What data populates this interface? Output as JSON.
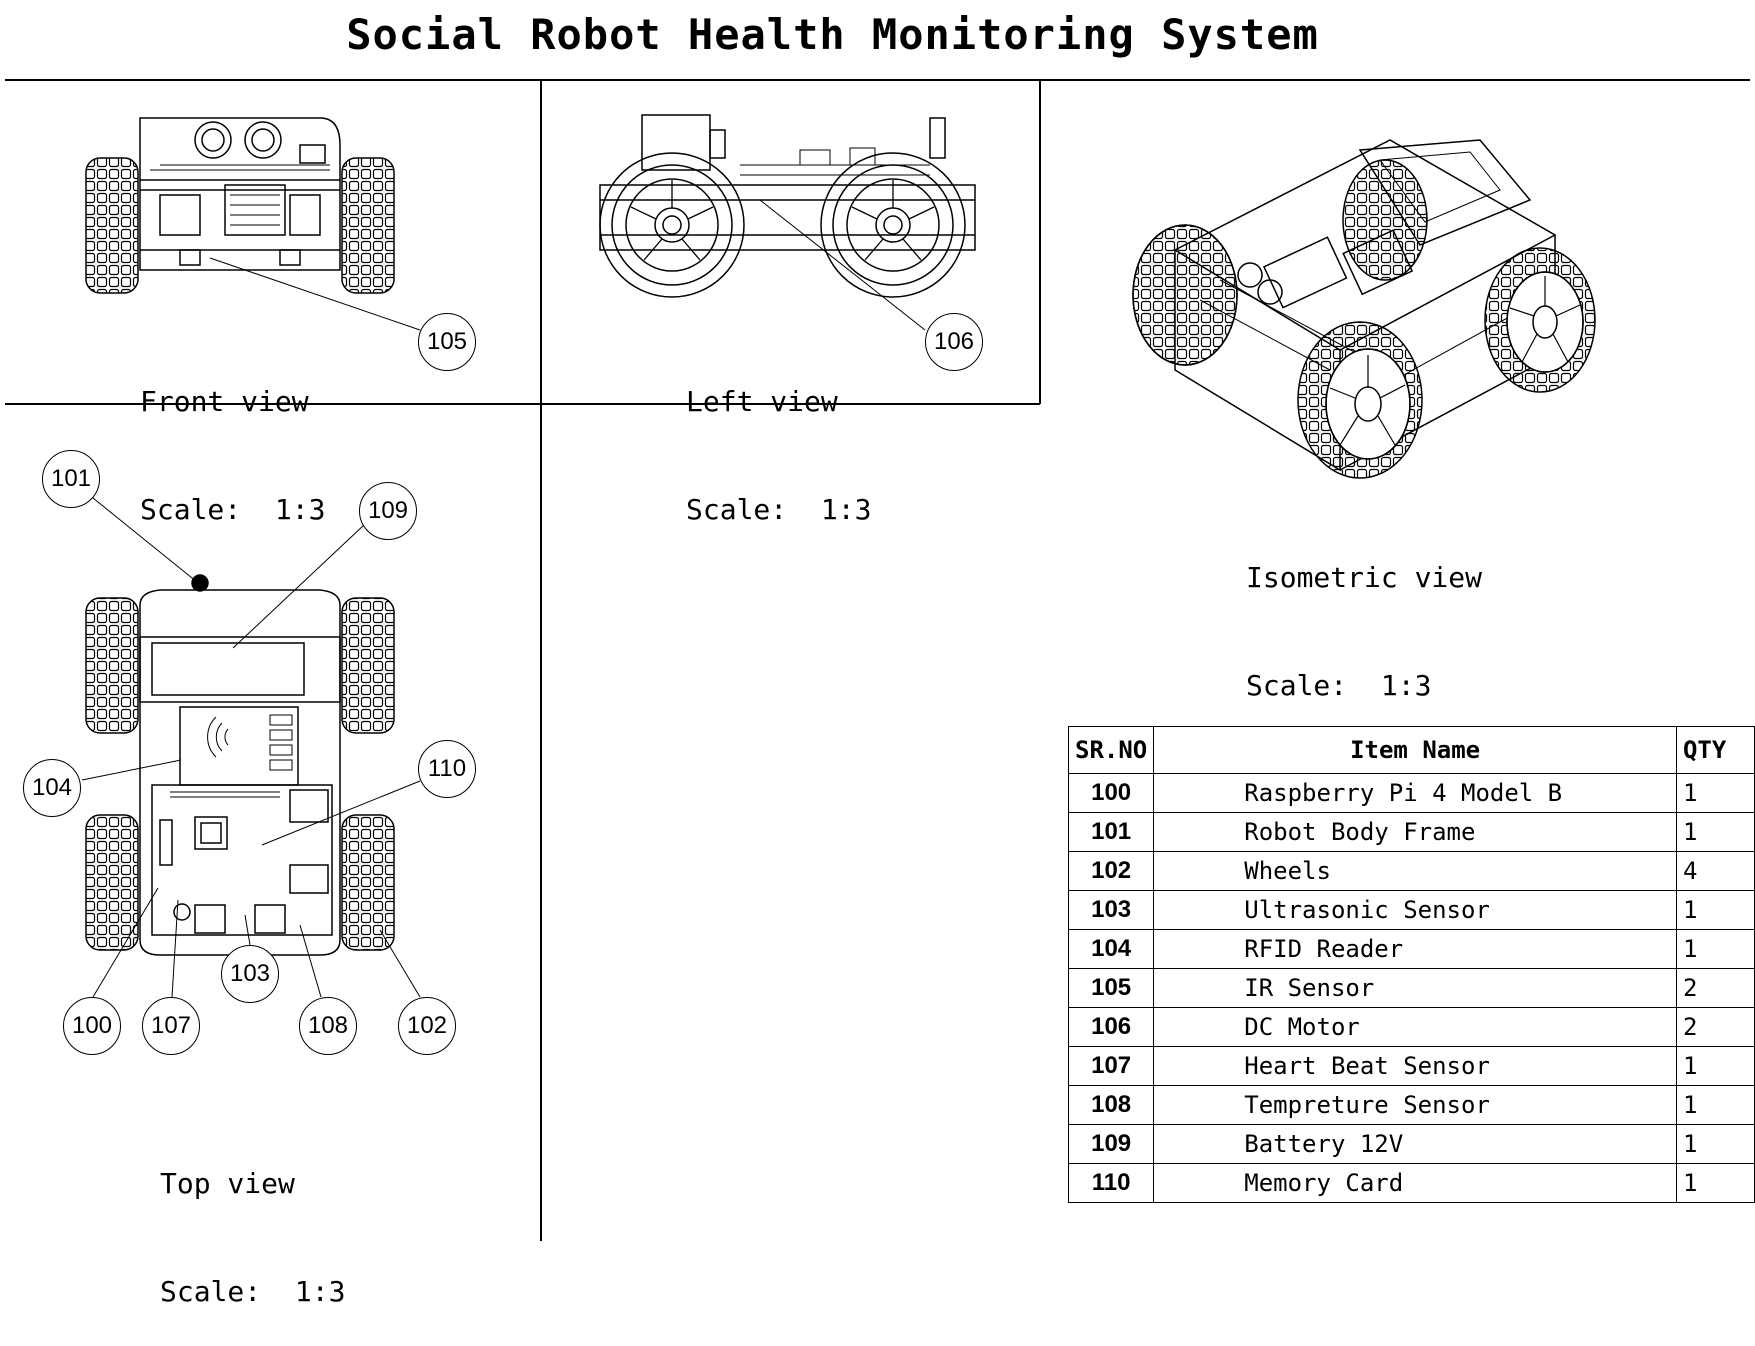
{
  "title": "Social Robot Health Monitoring System",
  "views": {
    "front": {
      "name": "Front view",
      "scale": "Scale:  1:3"
    },
    "left": {
      "name": "Left view",
      "scale": "Scale:  1:3"
    },
    "isometric": {
      "name": "Isometric view",
      "scale": "Scale:  1:3"
    },
    "top": {
      "name": "Top view",
      "scale": "Scale:  1:3"
    }
  },
  "balloons": {
    "b105": "105",
    "b106": "106",
    "b101": "101",
    "b109": "109",
    "b104": "104",
    "b110": "110",
    "b103": "103",
    "b100": "100",
    "b107": "107",
    "b108": "108",
    "b102": "102"
  },
  "bom": {
    "headers": {
      "sr": "SR.NO",
      "name": "Item Name",
      "qty": "QTY"
    },
    "rows": [
      {
        "sr": "100",
        "name": "Raspberry Pi 4 Model B",
        "qty": "1"
      },
      {
        "sr": "101",
        "name": "Robot Body Frame",
        "qty": "1"
      },
      {
        "sr": "102",
        "name": "Wheels",
        "qty": "4"
      },
      {
        "sr": "103",
        "name": "Ultrasonic Sensor",
        "qty": "1"
      },
      {
        "sr": "104",
        "name": "RFID Reader",
        "qty": "1"
      },
      {
        "sr": "105",
        "name": "IR Sensor",
        "qty": "2"
      },
      {
        "sr": "106",
        "name": "DC Motor",
        "qty": "2"
      },
      {
        "sr": "107",
        "name": "Heart Beat Sensor",
        "qty": "1"
      },
      {
        "sr": "108",
        "name": "Tempreture Sensor",
        "qty": "1"
      },
      {
        "sr": "109",
        "name": "Battery 12V",
        "qty": "1"
      },
      {
        "sr": "110",
        "name": "Memory Card",
        "qty": "1"
      }
    ]
  }
}
